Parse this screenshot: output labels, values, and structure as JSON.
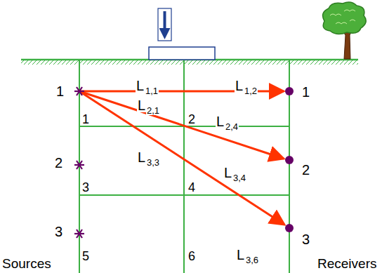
{
  "diagram": {
    "labels": [
      "1",
      "1",
      "L",
      "1,1",
      "L",
      "1,2",
      "1",
      "L",
      "2,1",
      "2",
      "L",
      "2,4",
      "2",
      "3",
      "4",
      "L",
      "3,3",
      "L",
      "3,4",
      "2",
      "3",
      "3",
      "L",
      "3,6",
      "Sources",
      "5",
      "6",
      "Receivers"
    ]
  }
}
